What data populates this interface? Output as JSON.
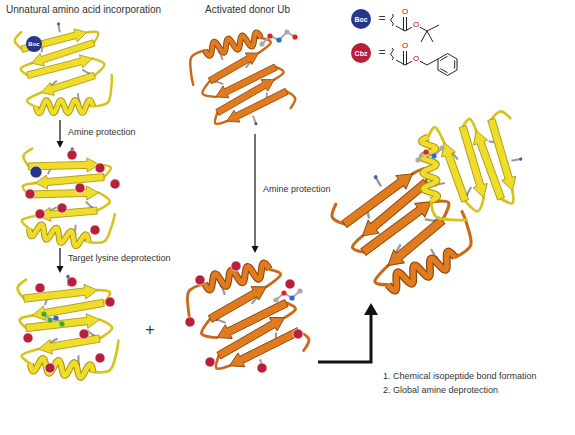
{
  "diagram": {
    "labels": [
      "Unnatural amino acid incorporation",
      "Activated donor Ub",
      "Boc",
      "Amine protection",
      "Amine protection",
      "Target lysine deprotection",
      "+",
      "1. Chemical isopeptide bond formation",
      "2. Global amine deprotection",
      "=",
      "=",
      "O",
      "O",
      "O",
      "O"
    ],
    "legend": [
      {
        "text": "Boc",
        "color": "#27358a"
      },
      {
        "text": "Cbz",
        "color": "#b81f3b"
      }
    ]
  }
}
